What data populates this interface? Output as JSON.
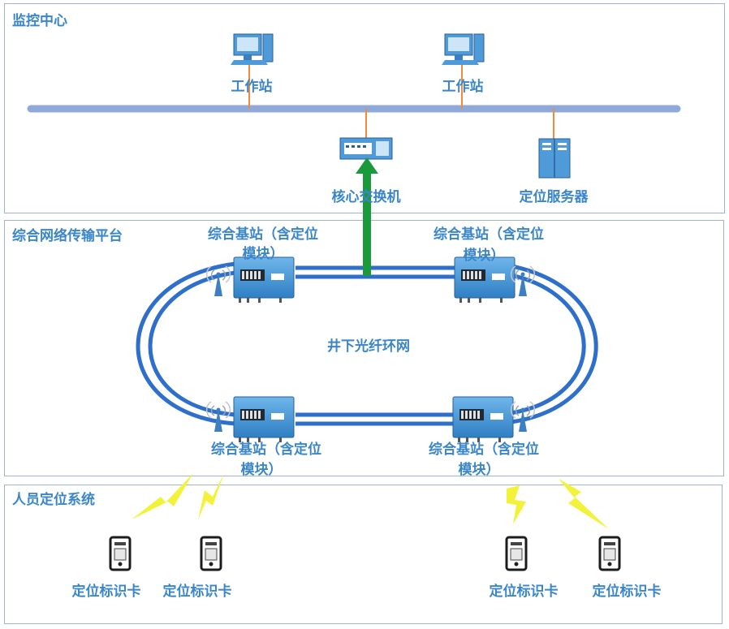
{
  "sections": {
    "monitor": "监控中心",
    "network": "综合网络传输平台",
    "personnel": "人员定位系统"
  },
  "monitor": {
    "workstation_1": "工作站",
    "workstation_2": "工作站",
    "core_switch": "核心交换机",
    "position_server": "定位服务器"
  },
  "network": {
    "ring_label": "井下光纤环网",
    "station_tl_line1": "综合基站（含定位",
    "station_tl_line2": "模块）",
    "station_tr_line1": "综合基站（含定位",
    "station_tr_line2": "模块）",
    "station_bl_line1": "综合基站（含定位",
    "station_bl_line2": "模块）",
    "station_br_line1": "综合基站（含定位",
    "station_br_line2": "模块）"
  },
  "personnel": {
    "card_1": "定位标识卡",
    "card_2": "定位标识卡",
    "card_3": "定位标识卡",
    "card_4": "定位标识卡"
  },
  "colors": {
    "label": "#3a86c8",
    "bus": "#8fa9d9",
    "ring": "#2e6fcc",
    "uplink": "#1a9a3a",
    "drop": "#f08a3c",
    "signal": "#f2f23a",
    "device": "#4f9ad8"
  }
}
